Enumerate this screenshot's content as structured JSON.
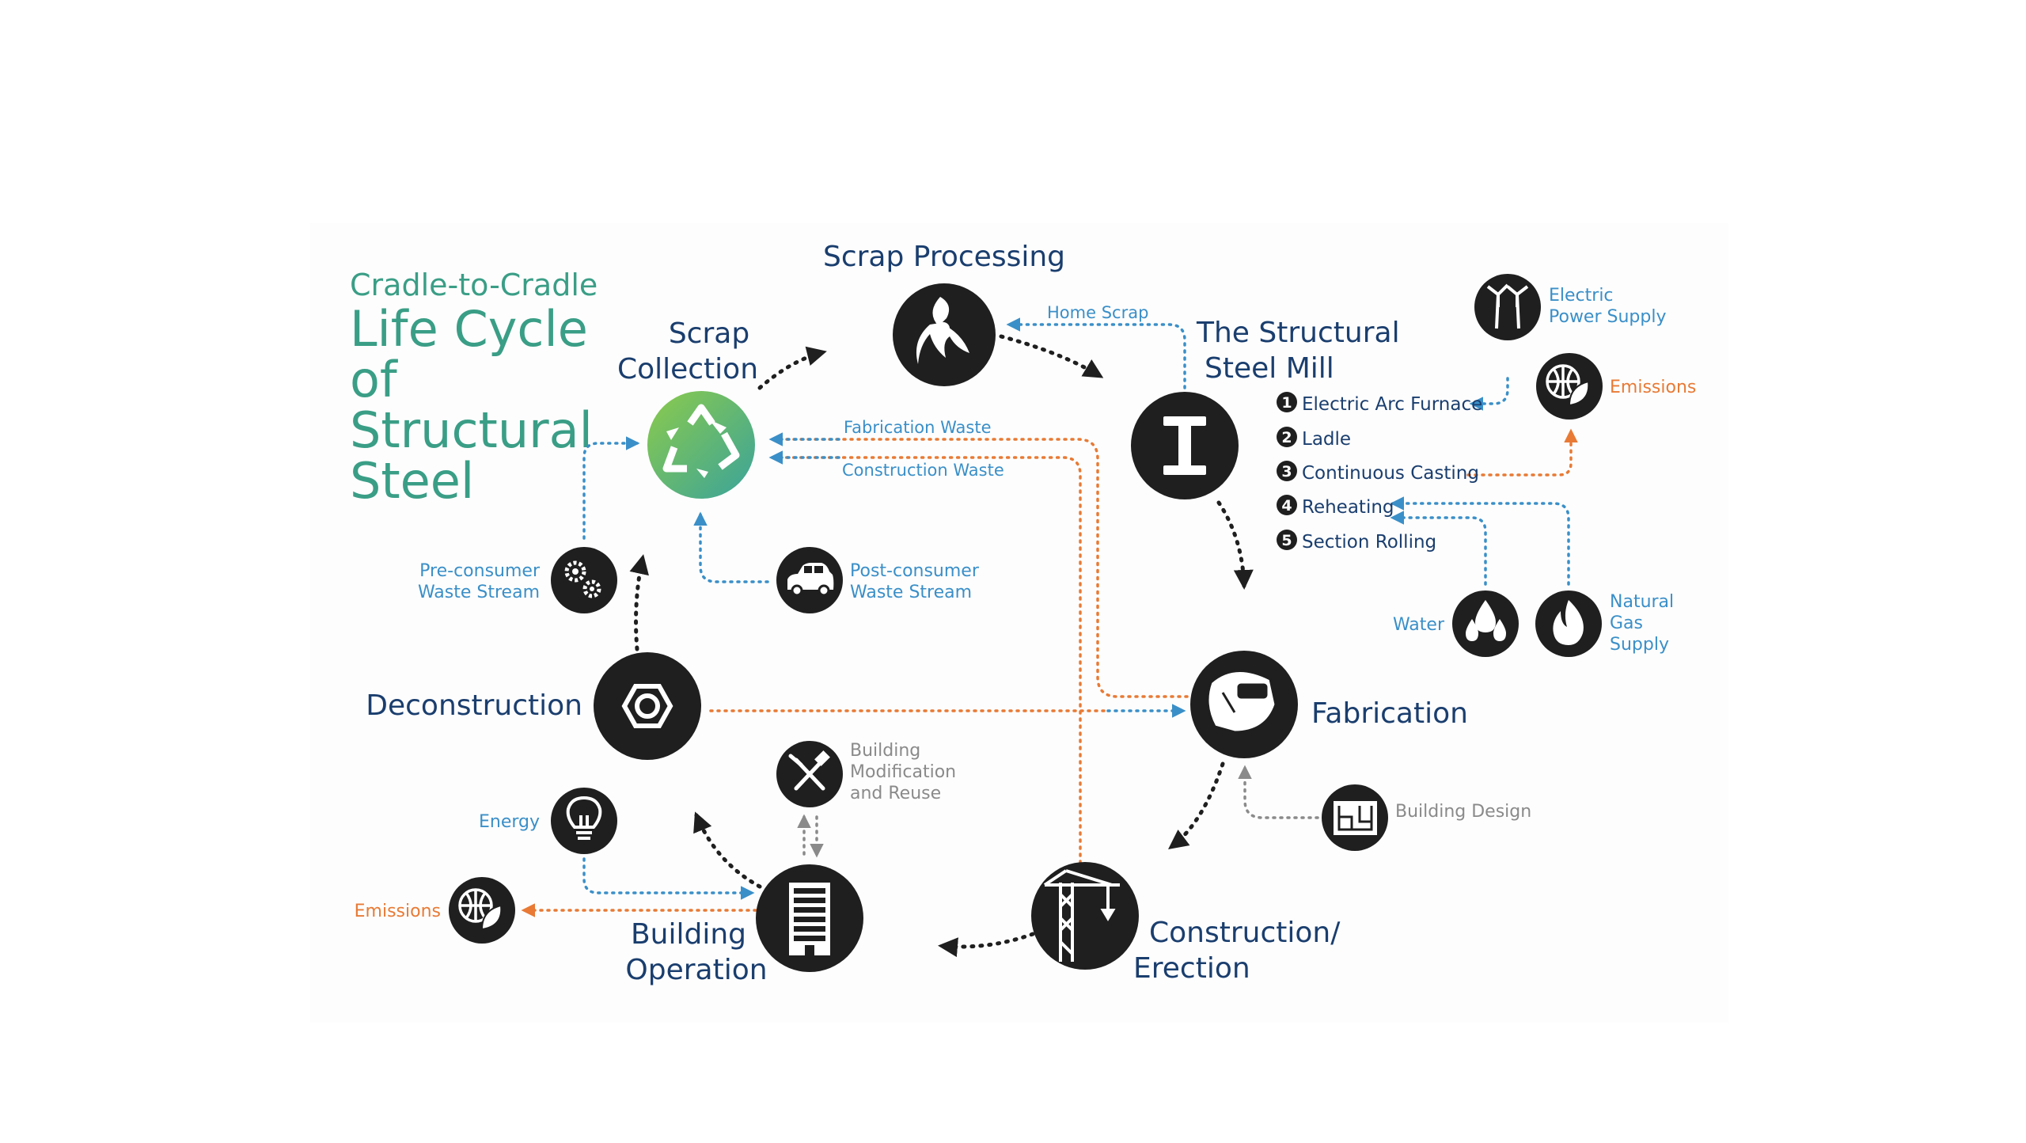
{
  "title": {
    "kicker": "Cradle-to-Cradle",
    "lines": [
      "Life Cycle",
      "of",
      "Structural",
      "Steel"
    ]
  },
  "colors": {
    "teal": "#3a9e86",
    "navy": "#1a3e6e",
    "blue": "#3a8fc8",
    "orange": "#e87a35",
    "gray": "#8a8a8a",
    "node": "#1f1f1f",
    "green_start": "#8ccb4b",
    "green_end": "#3aa39b"
  },
  "main_nodes": {
    "scrap_processing": {
      "label": [
        "Scrap Processing"
      ],
      "icon": "grapple-claw-icon"
    },
    "steel_mill": {
      "label": [
        "The Structural",
        "Steel Mill"
      ],
      "icon": "i-beam-icon"
    },
    "fabrication": {
      "label": [
        "Fabrication"
      ],
      "icon": "welding-helmet-icon"
    },
    "construction": {
      "label": [
        "Construction/",
        "Erection"
      ],
      "icon": "tower-crane-icon"
    },
    "building_operation": {
      "label": [
        "Building",
        "Operation"
      ],
      "icon": "office-building-icon"
    },
    "deconstruction": {
      "label": [
        "Deconstruction"
      ],
      "icon": "hex-nut-icon"
    },
    "scrap_collection": {
      "label": [
        "Scrap",
        "Collection"
      ],
      "icon": "recycle-icon"
    }
  },
  "mill_steps": [
    {
      "num": "1",
      "label": "Electric Arc Furnace"
    },
    {
      "num": "2",
      "label": "Ladle"
    },
    {
      "num": "3",
      "label": "Continuous Casting"
    },
    {
      "num": "4",
      "label": "Reheating"
    },
    {
      "num": "5",
      "label": "Section Rolling"
    }
  ],
  "side_nodes": {
    "electric_power": {
      "label": [
        "Electric",
        "Power Supply"
      ],
      "icon": "wind-turbine-icon"
    },
    "mill_emissions": {
      "label": [
        "Emissions"
      ],
      "icon": "globe-leaf-icon"
    },
    "water": {
      "label": [
        "Water"
      ],
      "icon": "water-drops-icon"
    },
    "natural_gas": {
      "label": [
        "Natural",
        "Gas",
        "Supply"
      ],
      "icon": "flame-icon"
    },
    "pre_consumer": {
      "label": [
        "Pre-consumer",
        "Waste Stream"
      ],
      "icon": "gears-icon"
    },
    "post_consumer": {
      "label": [
        "Post-consumer",
        "Waste Stream"
      ],
      "icon": "car-icon"
    },
    "building_mod": {
      "label": [
        "Building",
        "Modification",
        "and Reuse"
      ],
      "icon": "hammer-wrench-icon"
    },
    "energy": {
      "label": [
        "Energy"
      ],
      "icon": "light-bulb-icon"
    },
    "building_emissions": {
      "label": [
        "Emissions"
      ],
      "icon": "globe-leaf-icon"
    },
    "building_design": {
      "label": [
        "Building Design"
      ],
      "icon": "blueprint-icon"
    }
  },
  "flow_labels": {
    "home_scrap": "Home Scrap",
    "fabrication_waste": "Fabrication Waste",
    "construction_waste": "Construction Waste"
  }
}
